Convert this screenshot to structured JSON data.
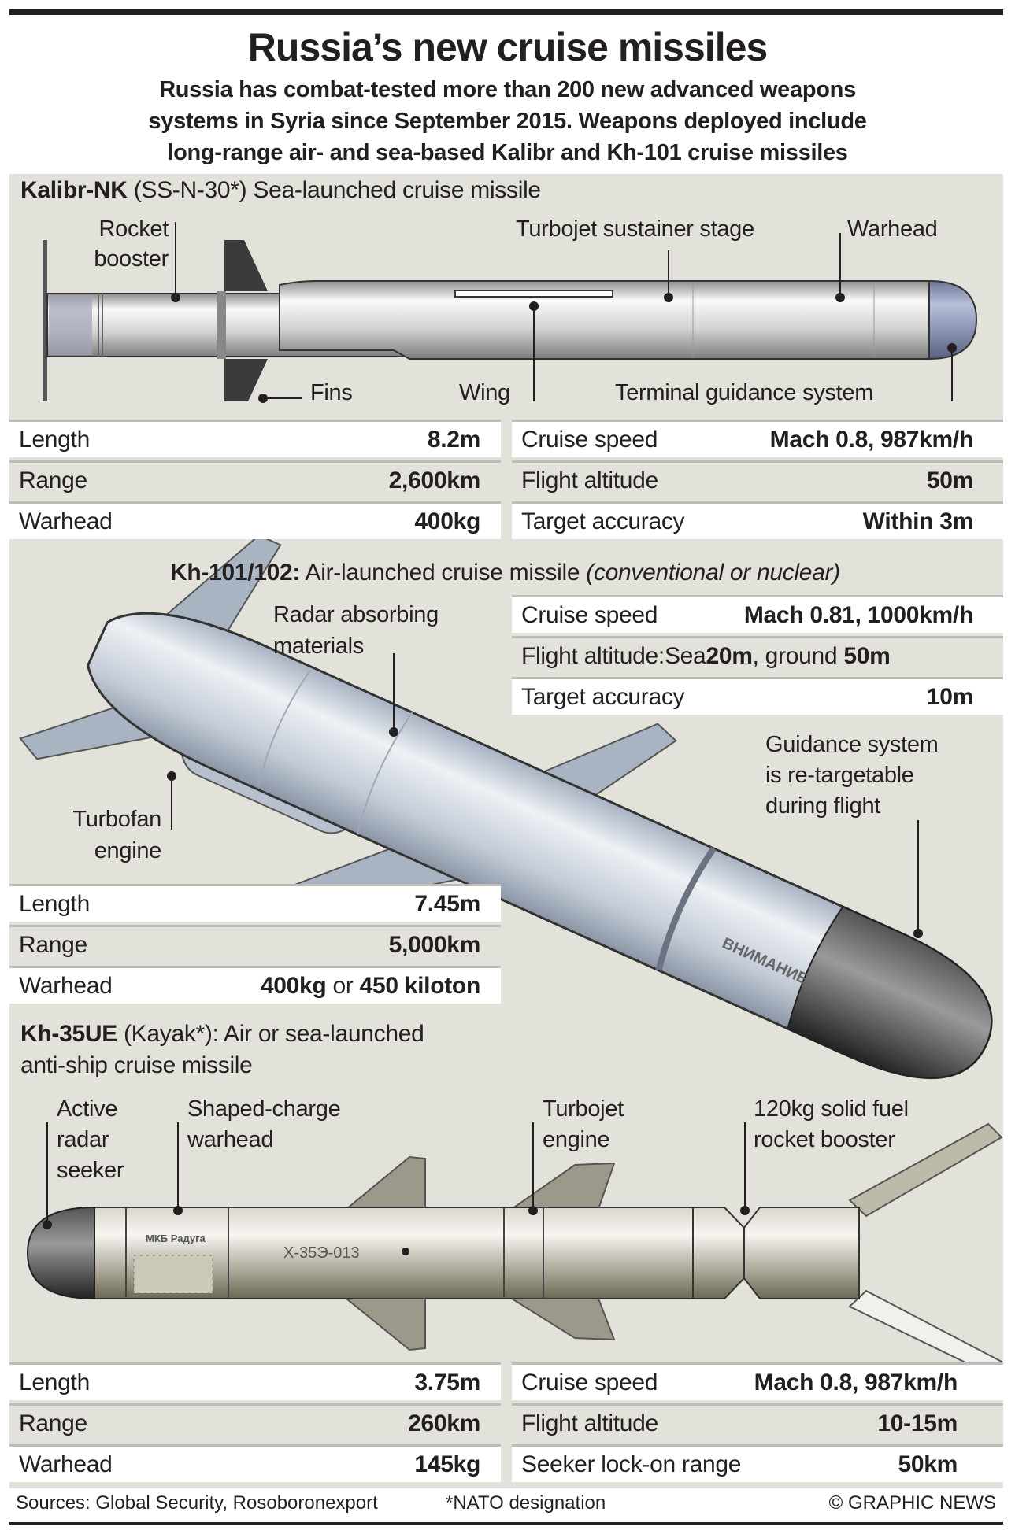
{
  "title": "Russia’s new cruise missiles",
  "subtitle_lines": [
    "Russia has combat-tested more than 200 new advanced weapons",
    "systems in Syria since September 2015. Weapons deployed include",
    "long-range air- and sea-based Kalibr and Kh-101 cruise missiles"
  ],
  "kalibr": {
    "name": "Kalibr-NK",
    "designation": "(SS-N-30*) Sea-launched cruise missile",
    "labels": {
      "rocket_booster_1": "Rocket",
      "rocket_booster_2": "booster",
      "turbojet": "Turbojet sustainer stage",
      "warhead": "Warhead",
      "fins": "Fins",
      "wing": "Wing",
      "terminal": "Terminal guidance system"
    },
    "left": [
      {
        "label": "Length",
        "value": "8.2m"
      },
      {
        "label": "Range",
        "value": "2,600km"
      },
      {
        "label": "Warhead",
        "value": "400kg"
      }
    ],
    "right": [
      {
        "label": "Cruise speed",
        "value": "Mach 0.8, 987km/h"
      },
      {
        "label": "Flight altitude",
        "value": "50m"
      },
      {
        "label": "Target accuracy",
        "value": "Within 3m"
      }
    ]
  },
  "kh101": {
    "name": "Kh-101/102:",
    "designation": "Air-launched cruise missile",
    "note": "(conventional or nuclear)",
    "marking": "ВНИМАНИЕ",
    "labels": {
      "radar_1": "Radar absorbing",
      "radar_2": "materials",
      "turbofan_1": "Turbofan",
      "turbofan_2": "engine",
      "guidance_1": "Guidance system",
      "guidance_2": "is re-targetable",
      "guidance_3": "during flight"
    },
    "right": [
      {
        "label": "Cruise speed",
        "value": "Mach 0.81, 1000km/h"
      },
      {
        "label": "Flight altitude:Sea",
        "value_a": "20m",
        "mid": ", ground",
        "value_b": "50m"
      },
      {
        "label": "Target accuracy",
        "value": "10m"
      }
    ],
    "left": [
      {
        "label": "Length",
        "value": "7.45m"
      },
      {
        "label": "Range",
        "value": "5,000km"
      },
      {
        "label": "Warhead",
        "value_a": "400kg",
        "mid": " or ",
        "value_b": "450 kiloton"
      }
    ]
  },
  "kh35": {
    "name": "Kh-35UE",
    "designation_1": "(Kayak*):",
    "designation_2": "Air or sea-launched",
    "designation_3": "anti-ship cruise missile",
    "marking": "Х-35Э-013",
    "maker": "МКБ Радуга",
    "labels": {
      "seeker_1": "Active",
      "seeker_2": "radar",
      "seeker_3": "seeker",
      "warhead_1": "Shaped-charge",
      "warhead_2": "warhead",
      "engine_1": "Turbojet",
      "engine_2": "engine",
      "booster_1": "120kg solid fuel",
      "booster_2": "rocket booster"
    },
    "left": [
      {
        "label": "Length",
        "value": "3.75m"
      },
      {
        "label": "Range",
        "value": "260km"
      },
      {
        "label": "Warhead",
        "value": "145kg"
      }
    ],
    "right": [
      {
        "label": "Cruise speed",
        "value": "Mach 0.8, 987km/h"
      },
      {
        "label": "Flight altitude",
        "value": "10-15m"
      },
      {
        "label": "Seeker lock-on range",
        "value": "50km"
      }
    ]
  },
  "footer": {
    "sources": "Sources: Global Security, Rosoboronexport",
    "nato": "*NATO designation",
    "credit": "© GRAPHIC NEWS"
  },
  "colors": {
    "panel": "#e2e1da",
    "text": "#231f20",
    "kalibr_nose": "#9aa3c4",
    "kh101_body": "#c9d1dc",
    "kh35_body": "#b9b6a6"
  }
}
